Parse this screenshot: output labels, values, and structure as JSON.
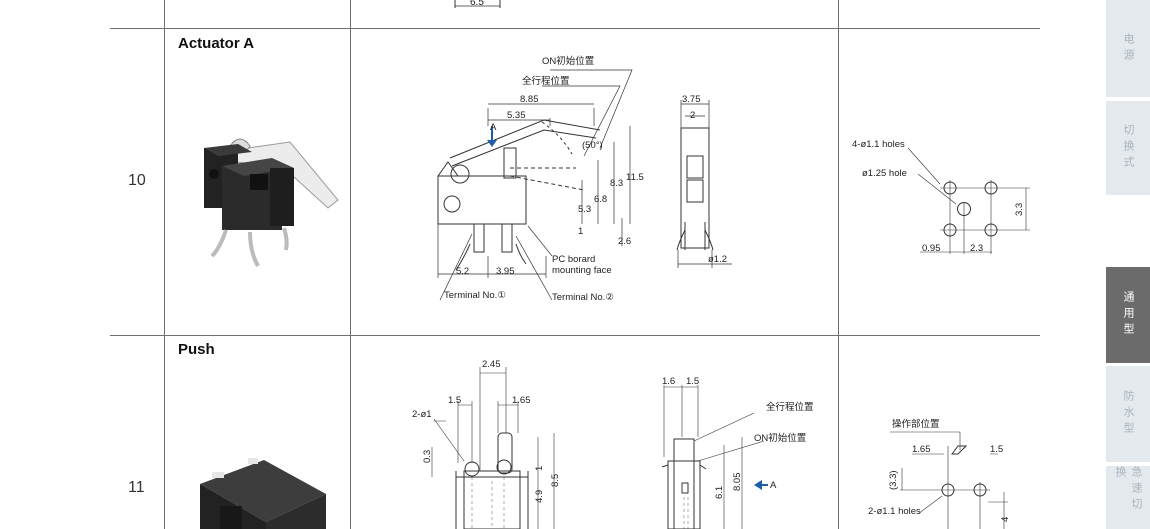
{
  "rows": [
    {
      "number": "10",
      "title": "Actuator A",
      "drawing": {
        "labels": [
          "ON初始位置",
          "全行程位置",
          "8.85",
          "5.35",
          "A",
          "(50°)",
          "5.3",
          "6.8",
          "8.3",
          "11.5",
          "1",
          "2.6",
          "5.2",
          "3.95",
          "PC borard",
          "mounting face",
          "Terminal No.①",
          "Terminal No.②",
          "3.75",
          "2",
          "ø1.2"
        ]
      },
      "pcb": {
        "labels": [
          "4-ø1.1 holes",
          "ø1.25 hole",
          "3.3",
          "0.95",
          "2.3"
        ]
      }
    },
    {
      "number": "11",
      "title": "Push",
      "drawing": {
        "labels": [
          "2.45",
          "1.5",
          "1.65",
          "2-ø1",
          "0.3",
          "1",
          "8.5",
          "4.9",
          "1.6",
          "1.5",
          "全行程位置",
          "ON初始位置",
          "6.1",
          "8.05",
          "A"
        ]
      },
      "pcb": {
        "labels": [
          "操作部位置",
          "1.65",
          "1.5",
          "(3.3)",
          "2-ø1.1 holes",
          "4"
        ]
      }
    }
  ],
  "top_fragment": "6.5",
  "sidebar": {
    "tabs": [
      {
        "label": "电源",
        "active": false
      },
      {
        "label": "切换式",
        "active": false
      },
      {
        "label": "通用型",
        "active": true
      },
      {
        "label": "防水型",
        "active": false
      },
      {
        "label": "急速切换",
        "active": false
      }
    ]
  }
}
